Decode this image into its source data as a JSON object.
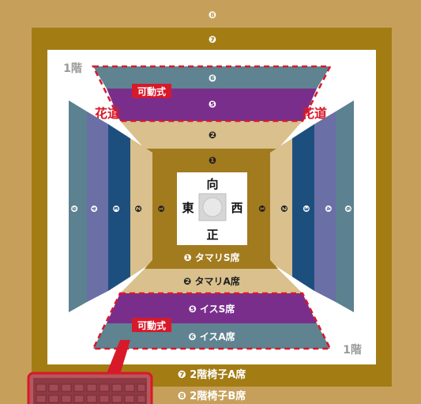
{
  "colors": {
    "outer_b": "#c6a05a",
    "ring_a": "#a37c14",
    "tamari_s": "#a27b1f",
    "tamari_a": "#d9c08c",
    "isu_s": "#7a2e8c",
    "isu_a": "#5f8390",
    "side_3": "#1d4f7e",
    "side_4": "#6a6fa6",
    "side_5": "#5c8190",
    "accent_red": "#d8192a",
    "floor_label": "#9a9a9a",
    "ring_center": "#d6d6d6"
  },
  "floor_labels": {
    "top_left": "1階",
    "bottom_right": "1階"
  },
  "ring_markers": {
    "top": "向",
    "left": "東",
    "right": "西",
    "bottom": "正"
  },
  "hanamichi": {
    "left": "花道",
    "right": "花道"
  },
  "movable_tags": {
    "top": "可動式",
    "bottom": "可動式"
  },
  "top_stand": {
    "isu_a_marker": "❻",
    "isu_s_marker": "❺",
    "tamari_a_marker": "❷",
    "tamari_s_marker": "❶"
  },
  "top_ring_markers": {
    "outer_b": "❽",
    "ring_a": "❼"
  },
  "side_markers": {
    "s1": "❶",
    "s2": "❷",
    "s3": "❸",
    "s4": "❹",
    "s5": "❻"
  },
  "bottom_stand": {
    "tamari_s": "❶ タマリS席",
    "tamari_a": "❷ タマリA席",
    "isu_s": "❺ イスS席",
    "isu_a": "❻ イスA席"
  },
  "second_floor": {
    "chair_a": "❼ 2階椅子A席",
    "chair_b": "❽ 2階椅子B席"
  },
  "thumbnail_icon": "seat-photo"
}
